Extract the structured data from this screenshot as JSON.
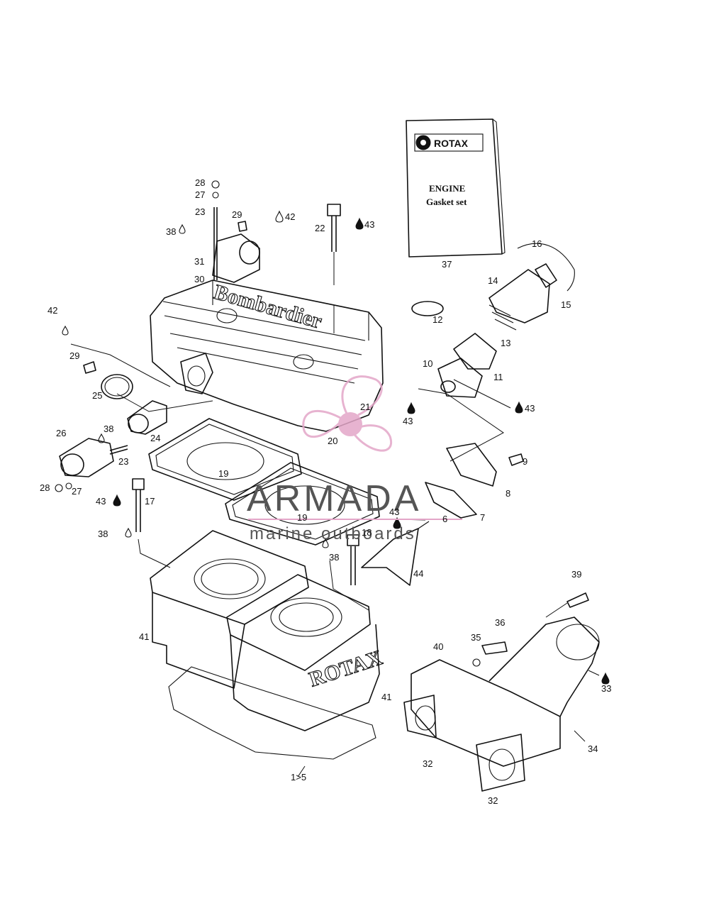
{
  "manual": {
    "brand": "ROTAX",
    "title_line1": "ENGINE",
    "title_line2": "Gasket set"
  },
  "castings": {
    "head_lettering": "Bombardier",
    "cylinder_lettering": "ROTAX"
  },
  "watermark": {
    "name": "ARMADA",
    "tagline": "marine outboards",
    "color": "#e3a6c8"
  },
  "callouts": {
    "c28a": "28",
    "c27a": "27",
    "c23a": "23",
    "c38a": "38",
    "c29a": "29",
    "c42a": "42",
    "c22": "22",
    "c43a": "43",
    "c31": "31",
    "c30": "30",
    "c37": "37",
    "c16": "16",
    "c14": "14",
    "c15": "15",
    "c12": "12",
    "c13": "13",
    "c10": "10",
    "c11": "11",
    "c42b": "42",
    "c29b": "29",
    "c25": "25",
    "c21": "21",
    "c43b": "43",
    "c43c": "43",
    "c24": "24",
    "c38b": "38",
    "c26": "26",
    "c23b": "23",
    "c20": "20",
    "c9": "9",
    "c19a": "19",
    "c28b": "28",
    "c27b": "27",
    "c43d": "43",
    "c17": "17",
    "c8": "8",
    "c19b": "19",
    "c43e": "43",
    "c6": "6",
    "c7": "7",
    "c38c": "38",
    "c18": "18",
    "c38d": "38",
    "c44": "44",
    "c39": "39",
    "c41a": "41",
    "c36": "36",
    "c35": "35",
    "c40": "40",
    "c33": "33",
    "c41b": "41",
    "c34": "34",
    "c32a": "32",
    "c5": "1>5",
    "c32b": "32"
  }
}
